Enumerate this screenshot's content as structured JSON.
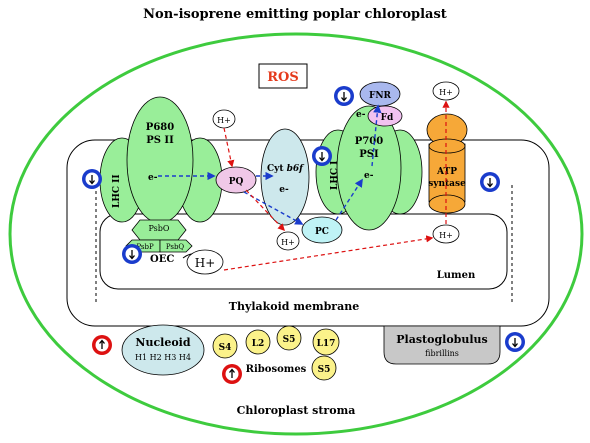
{
  "title": "Non-isoprene emitting poplar chloroplast",
  "ros": {
    "label": "ROS",
    "color": "#e53a1c"
  },
  "regions": {
    "lumen": "Lumen",
    "thylakoid_membrane": "Thylakoid membrane",
    "stroma": "Chloroplast stroma"
  },
  "complexes": {
    "psii": {
      "line1": "P680",
      "line2": "PS II",
      "electron": "e-"
    },
    "lhcii": "LHC II",
    "psbo": "PsbO",
    "psbp": "PsbP",
    "psbq": "PsbQ",
    "oec": "OEC",
    "pq": "PQ",
    "cyt": {
      "prefix": "Cyt ",
      "italic": "b6f",
      "electron": "e-"
    },
    "pc": "PC",
    "psi": {
      "line1": "P700",
      "line2": "PSI",
      "electron": "e-"
    },
    "lhci": "LHC I",
    "fnr": "FNR",
    "fd": "Fd",
    "fd_electron": "e-",
    "atp": {
      "line1": "ATP",
      "line2": "syntase"
    }
  },
  "protons": {
    "h_psii_top": "H+",
    "h_cyt_bottom": "H+",
    "h_atp_top": "H+",
    "h_atp_bottom": "H+",
    "h_lumen": "H+"
  },
  "stroma_items": {
    "nucleoid": {
      "title": "Nucleoid",
      "histones": "H1 H2 H3 H4"
    },
    "ribosome_proteins": [
      "S4",
      "L2",
      "S5",
      "L17",
      "S5"
    ],
    "ribosomes_label": "Ribosomes",
    "plastoglobulus": {
      "title": "Plastoglobulus",
      "sub": "fibrillins"
    }
  },
  "indicators": [
    {
      "id": "lhcii",
      "direction": "down",
      "color": "#1a3ccc"
    },
    {
      "id": "oec",
      "direction": "down",
      "color": "#1a3ccc"
    },
    {
      "id": "psi",
      "direction": "down",
      "color": "#1a3ccc"
    },
    {
      "id": "fnr",
      "direction": "down",
      "color": "#1a3ccc"
    },
    {
      "id": "atp",
      "direction": "down",
      "color": "#1a3ccc"
    },
    {
      "id": "plastoglobulus",
      "direction": "down",
      "color": "#1a3ccc"
    },
    {
      "id": "nucleoid",
      "direction": "up",
      "color": "#dd1111"
    },
    {
      "id": "ribosomes",
      "direction": "up",
      "color": "#dd1111"
    }
  ],
  "colors": {
    "envelope": "#3ecb3e",
    "psii_fill": "#99ee99",
    "psi_fill": "#99ee99",
    "pq_fill": "#f0c8e8",
    "cyt_fill": "#cde8ec",
    "pc_fill": "#bff3f6",
    "fnr_fill": "#a9b8ee",
    "fd_fill": "#f2c2f0",
    "atp_fill": "#f6a838",
    "nucleoid_fill": "#cde8ec",
    "ribosome_fill": "#fbf28a",
    "plastoglobulus_fill": "#c8c8c8",
    "electron_path": "#1a3ccc",
    "proton_path": "#dd1111"
  }
}
